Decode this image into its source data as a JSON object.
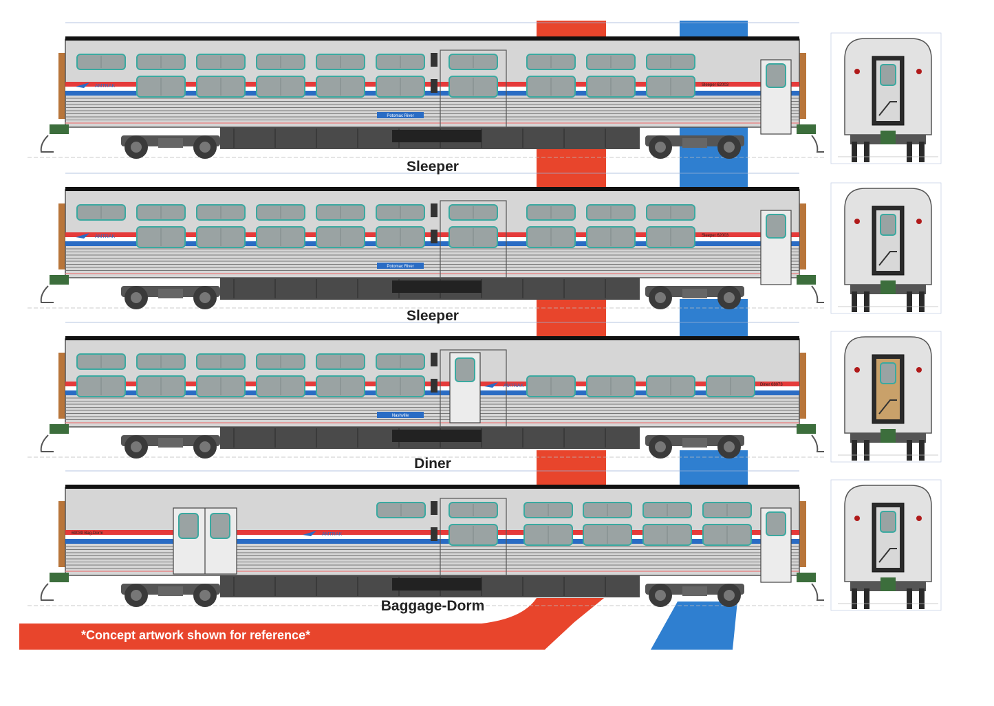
{
  "cars": [
    {
      "label": "Sleeper",
      "type": "sleeper",
      "car_number": "Sleeper 62003",
      "car_name": "Potomac River"
    },
    {
      "label": "Sleeper",
      "type": "sleeper",
      "car_number": "Sleeper 62003",
      "car_name": "Potomac River"
    },
    {
      "label": "Diner",
      "type": "diner",
      "car_number": "Diner 68073",
      "car_name": "Nashville"
    },
    {
      "label": "Baggage-Dorm",
      "type": "baggage-dorm",
      "car_number": "69039 Bag-Dorm",
      "car_name": ""
    }
  ],
  "brand_text": "AMTRAK",
  "caption": "*Concept artwork shown for reference*",
  "colors": {
    "red": "#e8452c",
    "blue": "#2f7fd0",
    "body": "#d6d6d6",
    "window": "#9aa3a3",
    "window_rim": "#3aa9a0",
    "stripe_red": "#e53a3a",
    "stripe_blue": "#2a6cc4",
    "truck": "#3a3a3a",
    "end_cap": "#b8753a"
  }
}
